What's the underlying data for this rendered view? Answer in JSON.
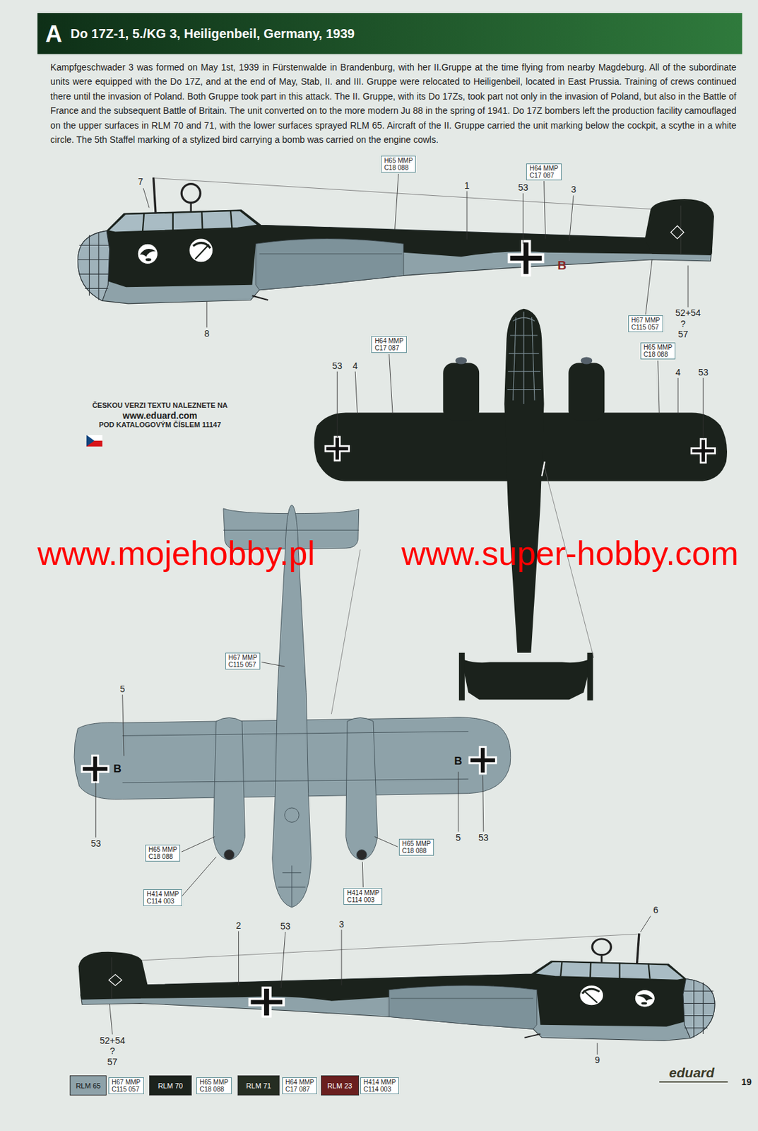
{
  "diagram": {
    "title": "Do 17Z-1, 5./KG 3, Heiligenbeil, Germany, 1939",
    "nodes": [
      {
        "text": [
          "H65 MMP",
          "C18 088"
        ]
      },
      {
        "text": [
          "H64 MMP",
          "C17 087"
        ]
      },
      {
        "text": [
          "H67 MMP",
          "C115 057"
        ]
      },
      {
        "text": [
          "H64 MMP",
          "C17 087"
        ]
      },
      {
        "text": [
          "H65 MMP",
          "C18 088"
        ]
      },
      {
        "text": [
          "H67 MMP",
          "C115 057"
        ]
      },
      {
        "text": [
          "H65 MMP",
          "C18 088"
        ]
      },
      {
        "text": [
          "H65 MMP",
          "C18 088"
        ]
      },
      {
        "text": [
          "H414 MMP",
          "C114 003"
        ]
      },
      {
        "text": [
          "H414 MMP",
          "C114 003"
        ]
      },
      {
        "text": [
          "H67 MMP",
          "C115 057"
        ]
      },
      {
        "text": [
          "H65 MMP",
          "C18 088"
        ]
      },
      {
        "text": [
          "H64 MMP",
          "C17 087"
        ]
      },
      {
        "text": [
          "H414 MMP",
          "C114 003"
        ]
      }
    ],
    "labels": [
      "A",
      "Kampfgeschwader 3 was formed on May 1st, 1939 in Fürstenwalde in Brandenburg, with her II.Gruppe at the time flying from nearby Magdeburg. All of the subordinate units were equipped with the Do 17Z, and at the end of May, Stab, II. and III. Gruppe were relocated to Heiligenbeil, located in East Prussia. Training of crews continued there until the invasion of Poland. Both Gruppe took part in this attack. The II. Gruppe, with its Do 17Zs, took part not only in the invasion of Poland, but also in the Battle of France and the subsequent Battle of Britain. The unit converted on to the more modern Ju 88 in the spring of 1941. Do 17Z bombers left the production facility camouflaged on the upper surfaces in RLM 70 and 71, with the lower surfaces sprayed RLM 65. Aircraft of the II. Gruppe carried the unit marking below the cockpit, a scythe in a white circle. The 5th Staffel marking of a stylized bird carrying a bomb was carried on the engine cowls.",
      "ČESKOU VERZI TEXTU NALEZNETE NA",
      "www.eduard.com",
      "POD KATALOGOVÝM ČÍSLEM 11147",
      "www.mojehobby.pl",
      "www.super-hobby.com",
      "7",
      "1",
      "53",
      "3",
      "B",
      "8",
      "52+54",
      "?",
      "57",
      "53",
      "4",
      "4",
      "53",
      "5",
      "B",
      "B",
      "53",
      "5",
      "53",
      "6",
      "2",
      "53",
      "3",
      "52+54",
      "?",
      "57",
      "9",
      "eduard",
      "19"
    ],
    "legend": [
      {
        "text": "RLM 65",
        "color": "#8ea2a9"
      },
      {
        "text": "RLM 70",
        "color": "#1b221c"
      },
      {
        "text": "RLM 71",
        "color": "#252d22"
      },
      {
        "text": "RLM 23",
        "color": "#6a1f1f"
      }
    ]
  }
}
